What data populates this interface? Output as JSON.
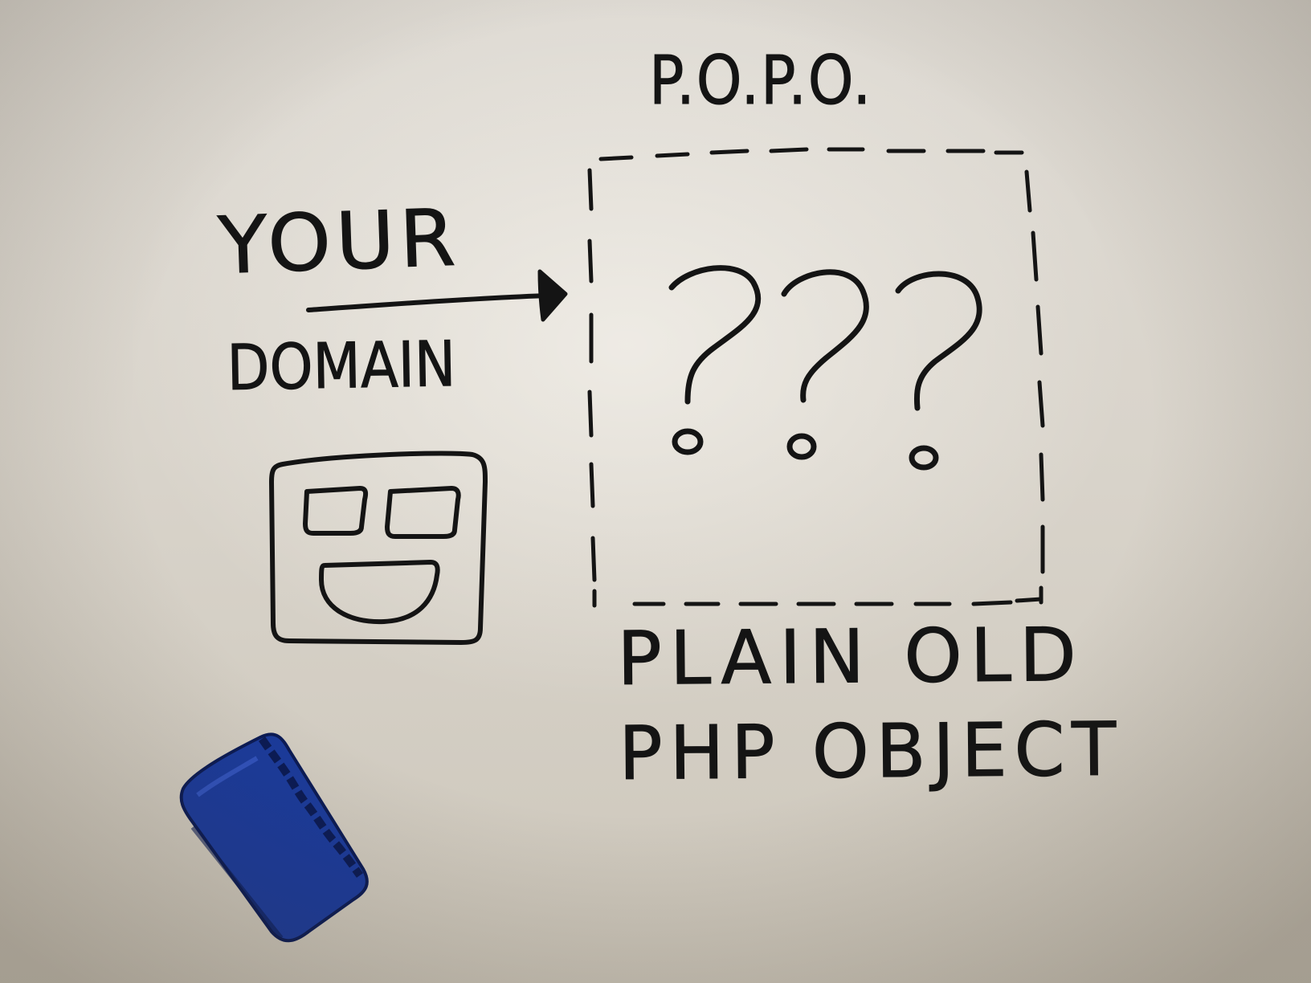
{
  "whiteboard": {
    "your": "YOUR",
    "domain": "DOMAIN",
    "popo": "P.O.P.O.",
    "plain_old": "PLAIN OLD",
    "php_object": "PHP OBJECT",
    "question_marks": "???"
  },
  "colors": {
    "board": "#dcd7cf",
    "marker": "#141414",
    "eraser": "#1a3a9c",
    "eraser_dark": "#0a1a55"
  },
  "icons": {
    "domain_icon": "face-like-window-icon",
    "eraser": "whiteboard-eraser"
  }
}
